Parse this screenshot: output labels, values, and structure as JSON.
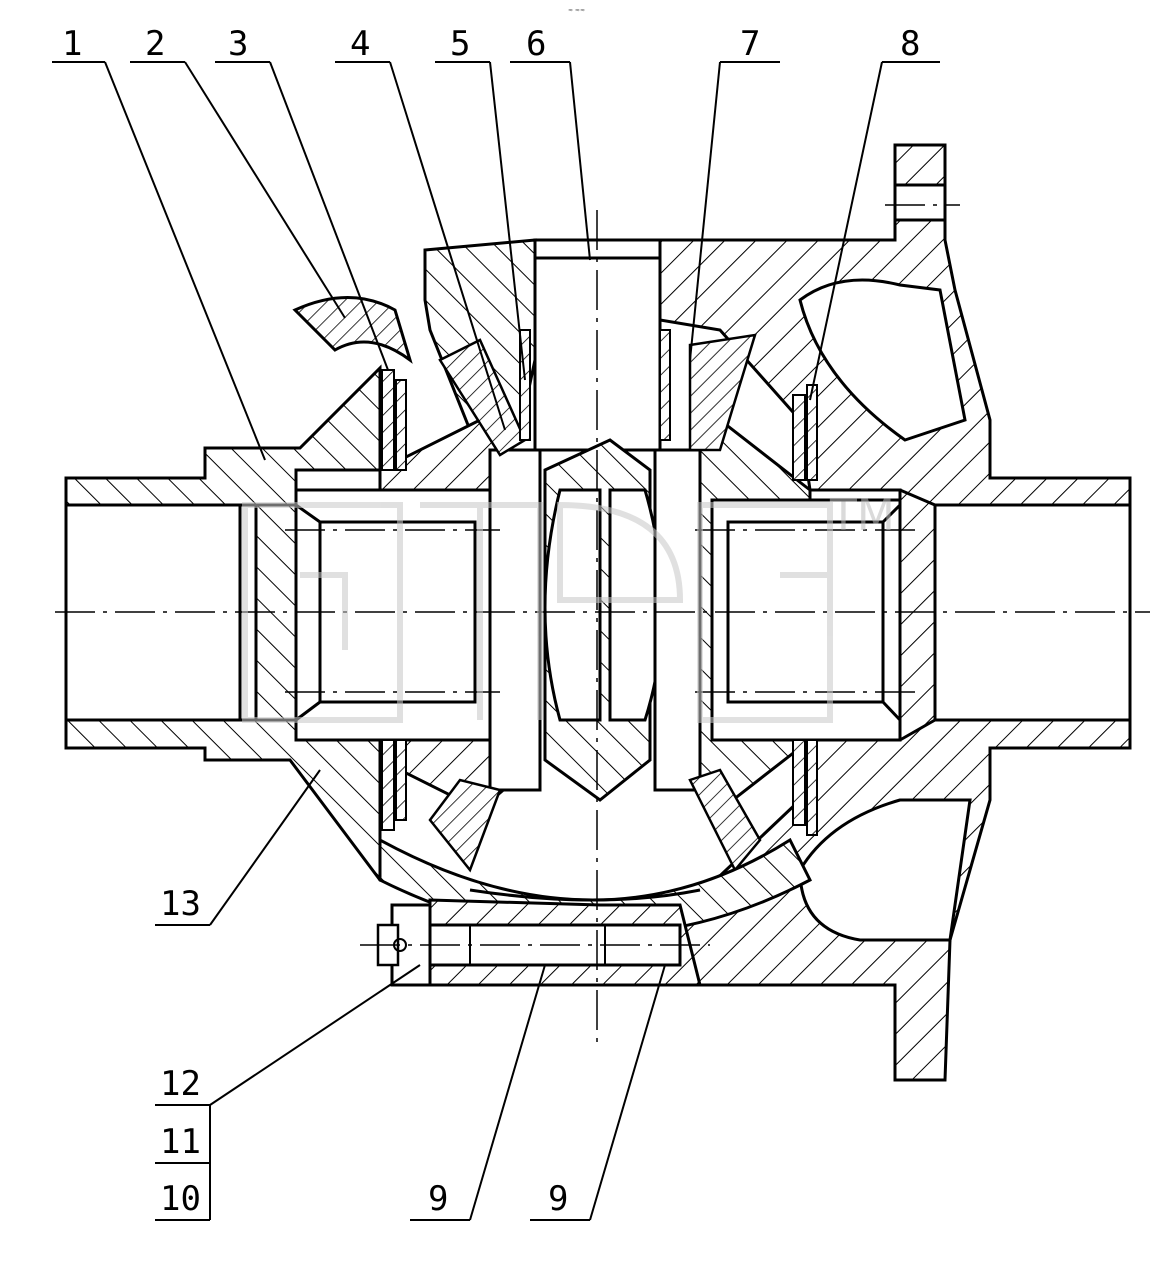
{
  "header": {
    "mark": "≈ ≈≈"
  },
  "watermark": {
    "symbol": "TM"
  },
  "callouts": {
    "c1": "1",
    "c2": "2",
    "c3": "3",
    "c4": "4",
    "c5": "5",
    "c6": "6",
    "c7": "7",
    "c8": "8",
    "c9a": "9",
    "c9b": "9",
    "c10": "10",
    "c11": "11",
    "c12": "12",
    "c13": "13"
  }
}
